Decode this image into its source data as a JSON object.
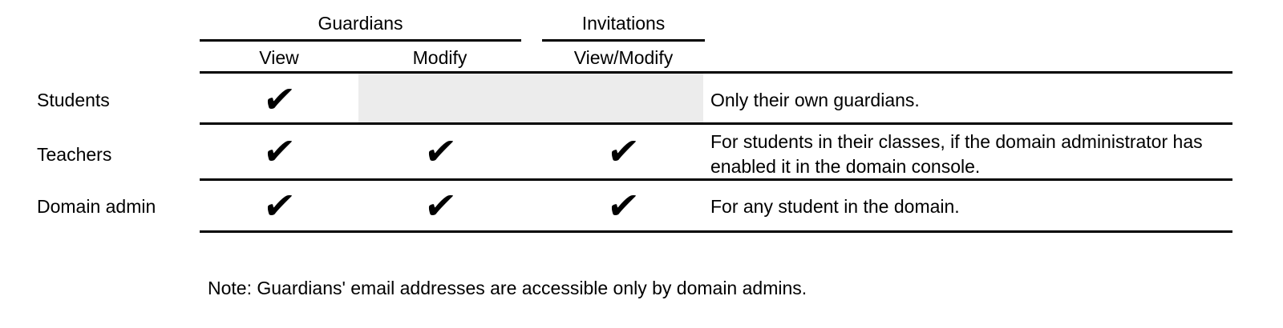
{
  "table": {
    "column_groups": [
      {
        "label": "Guardians"
      },
      {
        "label": "Invitations"
      }
    ],
    "columns": [
      {
        "label": "View"
      },
      {
        "label": "Modify"
      },
      {
        "label": "View/Modify"
      }
    ],
    "check_glyph": "✔",
    "rows": [
      {
        "label": "Students",
        "guardians_view": true,
        "guardians_modify": false,
        "invitations_view_modify": false,
        "note": "Only their own guardians."
      },
      {
        "label": "Teachers",
        "guardians_view": true,
        "guardians_modify": true,
        "invitations_view_modify": true,
        "note": "For students in their classes, if the domain administrator has enabled it in the domain console."
      },
      {
        "label": "Domain admin",
        "guardians_view": true,
        "guardians_modify": true,
        "invitations_view_modify": true,
        "note": "For any student in the domain."
      }
    ]
  },
  "footnote": "Note: Guardians' email addresses are accessible only by domain admins.",
  "colors": {
    "text": "#000000",
    "rule": "#000000",
    "disabled_cell_background": "#ececec",
    "background": "#ffffff"
  }
}
